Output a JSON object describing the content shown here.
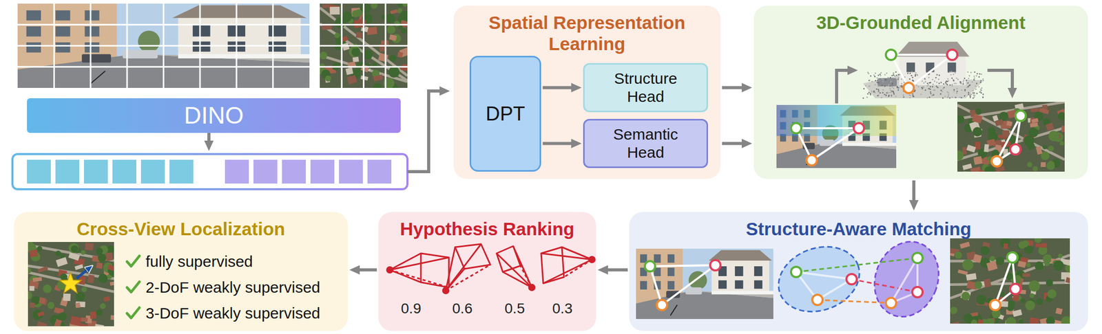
{
  "diagram": {
    "nodes": [
      {
        "text": [
          "DINO"
        ]
      },
      {
        "text": [
          "Spatial Representation Learning"
        ]
      },
      {
        "text": [
          "DPT"
        ],
        "in": 1
      },
      {
        "text": [
          "Structure Head"
        ],
        "in": 1
      },
      {
        "text": [
          "Semantic Head"
        ],
        "in": 1
      },
      {
        "text": [
          "3D-Grounded Alignment"
        ]
      },
      {
        "text": [
          "Structure-Aware Matching"
        ]
      },
      {
        "text": [
          "Hypothesis Ranking"
        ]
      },
      {
        "text": [
          "Cross-View Localization",
          "fully supervised",
          "2-DoF weakly supervised",
          "3-DoF weakly supervised"
        ]
      }
    ],
    "edges": [
      {
        "from": 2,
        "to": 3,
        "arrow": "to"
      },
      {
        "from": 2,
        "to": 4,
        "arrow": "to"
      },
      {
        "from": 1,
        "to": 5,
        "arrow": "to"
      },
      {
        "from": 1,
        "to": 5,
        "arrow": "to"
      },
      {
        "from": 5,
        "to": 6,
        "arrow": "to"
      },
      {
        "from": 6,
        "to": 7,
        "arrow": "to"
      },
      {
        "from": 7,
        "to": 8,
        "arrow": "to"
      }
    ],
    "labels": [
      "0.9",
      "0.6",
      "0.5",
      "0.3"
    ]
  }
}
